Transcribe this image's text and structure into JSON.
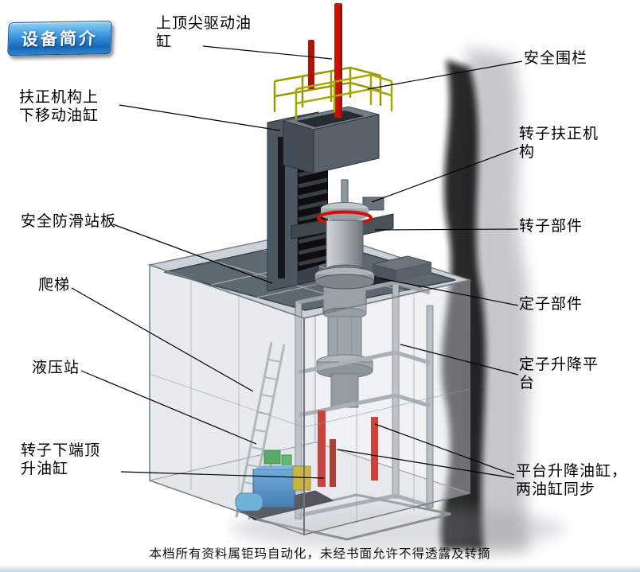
{
  "page": {
    "footer_text": "本档所有资料属钜玛自动化，未经书面允许不得透露及转摘"
  },
  "badge": {
    "label": "设备简介"
  },
  "colors": {
    "cylinder_red": "#c41405",
    "railing_yellow": "#9a9a00",
    "badge_blue": "#2d8fd8",
    "hydraulic_blue": "#1f6fc0",
    "deck_gray": "#5d6871",
    "structure_gray": "#4d5761"
  },
  "labels": [
    {
      "id": "top-tip-drive-cylinder",
      "text": "上顶尖驱动油\n缸"
    },
    {
      "id": "safety-fence",
      "text": "安全围栏"
    },
    {
      "id": "centering-mechanism-cylinder",
      "text": "扶正机构上\n下移动油缸"
    },
    {
      "id": "rotor-centering-mechanism",
      "text": "转子扶正机\n构"
    },
    {
      "id": "anti-slip-platform",
      "text": "安全防滑站板"
    },
    {
      "id": "ladder",
      "text": "爬梯"
    },
    {
      "id": "hydraulic-station",
      "text": "液压站"
    },
    {
      "id": "rotor-bottom-jack-cylinder",
      "text": "转子下端顶\n升油缸"
    },
    {
      "id": "rotor-parts",
      "text": "转子部件"
    },
    {
      "id": "stator-parts",
      "text": "定子部件"
    },
    {
      "id": "stator-lifting-platform",
      "text": "定子升降平\n台"
    },
    {
      "id": "platform-lifting-cylinders",
      "text": "平台升降油缸，\n两油缸同步"
    }
  ]
}
